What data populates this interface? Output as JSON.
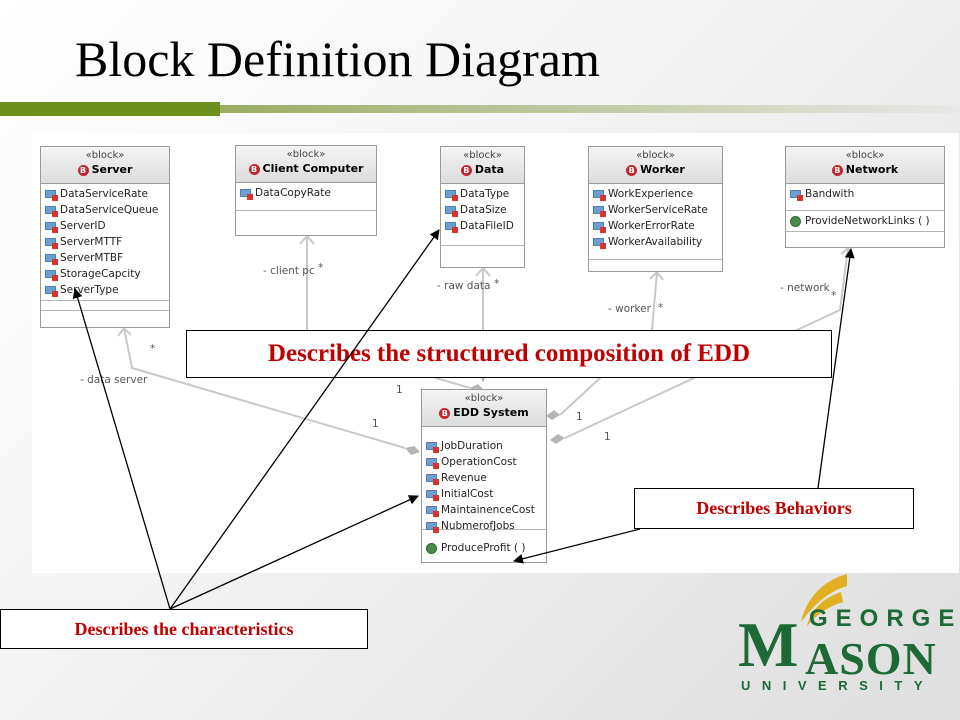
{
  "slide": {
    "title": "Block Definition Diagram"
  },
  "colors": {
    "accent_green": "#6d8f1e",
    "callout_text": "#c00000",
    "logo_green": "#1d6a36",
    "logo_gold": "#e0b020"
  },
  "diagram": {
    "stereotype": "«block»",
    "blocks": {
      "server": {
        "name": "Server",
        "attributes": [
          "DataServiceRate",
          "DataServiceQueue",
          "ServerID",
          "ServerMTTF",
          "ServerMTBF",
          "StorageCapcity",
          "ServerType"
        ]
      },
      "client": {
        "name": "Client Computer",
        "attributes": [
          "DataCopyRate"
        ]
      },
      "data": {
        "name": "Data",
        "attributes": [
          "DataType",
          "DataSize",
          "DataFileID"
        ]
      },
      "worker": {
        "name": "Worker",
        "attributes": [
          "WorkExperience",
          "WorkerServiceRate",
          "WorkerErrorRate",
          "WorkerAvailability"
        ]
      },
      "network": {
        "name": "Network",
        "attributes": [
          "Bandwith"
        ],
        "operations": [
          "ProvideNetworkLinks ( )"
        ]
      },
      "edd": {
        "name": "EDD System",
        "attributes": [
          "JobDuration",
          "OperationCost",
          "Revenue",
          "InitialCost",
          "MaintainenceCost",
          "NubmerofJobs"
        ],
        "operations": [
          "ProduceProfit ( )"
        ]
      }
    },
    "roles": {
      "data_server": "- data server",
      "client_pc": "- client pc",
      "raw_data": "- raw data",
      "worker": "- worker",
      "network": "- network"
    },
    "multiplicities": {
      "many": "*",
      "one": "1"
    }
  },
  "callouts": {
    "structure": "Describes the structured composition of EDD",
    "behaviors": "Describes Behaviors",
    "characteristics": "Describes the characteristics"
  },
  "logo": {
    "line1": "GEORGE",
    "line2_initial": "M",
    "line2_rest": "ASON",
    "line3": "UNIVERSITY"
  }
}
